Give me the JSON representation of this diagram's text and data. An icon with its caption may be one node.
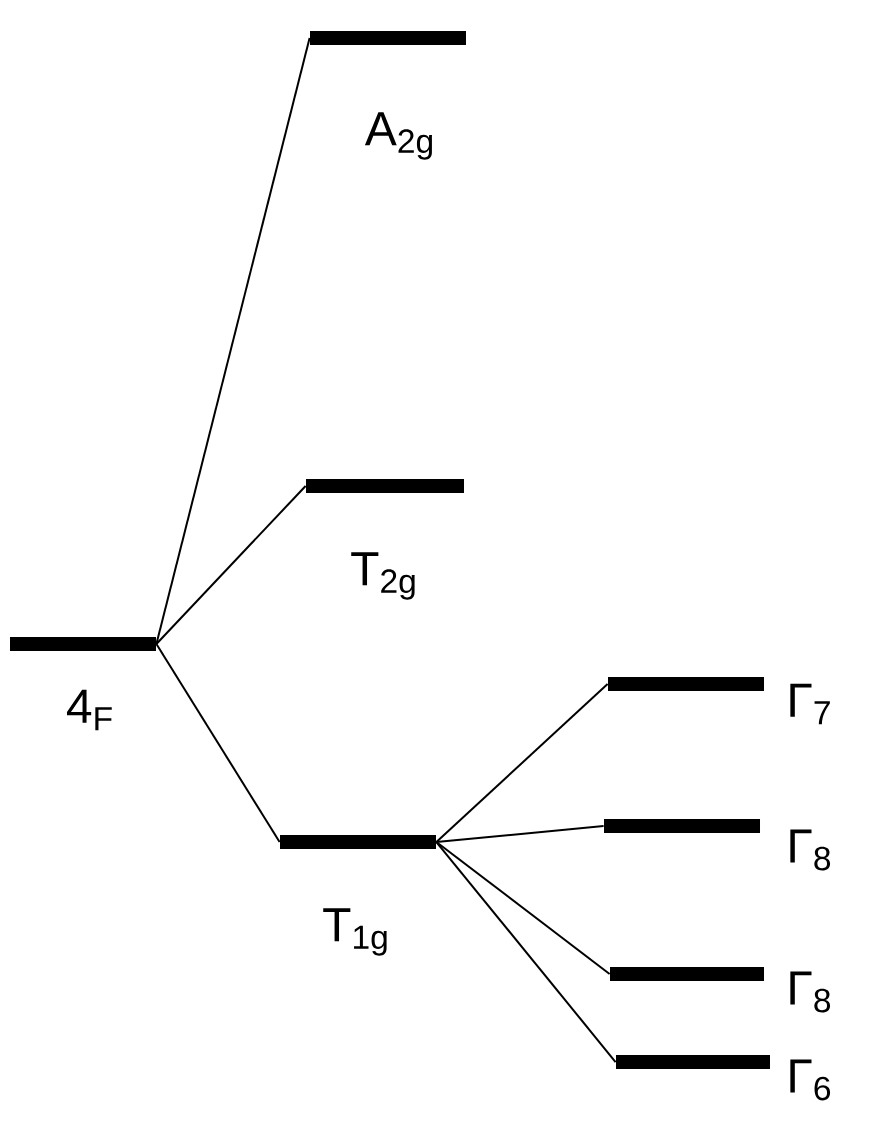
{
  "diagram": {
    "nodes": [
      {
        "text": [],
        "shape": "bar",
        "beside": [
          "4$_{F}$"
        ]
      },
      {
        "text": [],
        "shape": "bar",
        "beside": [
          "A$_{2g}$"
        ]
      },
      {
        "text": [],
        "shape": "bar",
        "beside": [
          "T$_{2g}$"
        ]
      },
      {
        "text": [],
        "shape": "bar",
        "beside": [
          "T$_{1g}$"
        ]
      },
      {
        "text": [],
        "shape": "bar",
        "beside": [
          "Γ$_{7}$"
        ]
      },
      {
        "text": [],
        "shape": "bar",
        "beside": [
          "Γ$_{8}$"
        ]
      },
      {
        "text": [],
        "shape": "bar",
        "beside": [
          "Γ$_{8}$"
        ]
      },
      {
        "text": [],
        "shape": "bar",
        "beside": [
          "Γ$_{6}$"
        ]
      }
    ],
    "edges": [
      {
        "from": 0,
        "to": 1,
        "arrow": "none"
      },
      {
        "from": 0,
        "to": 2,
        "arrow": "none"
      },
      {
        "from": 0,
        "to": 3,
        "arrow": "none"
      },
      {
        "from": 3,
        "to": 4,
        "arrow": "none"
      },
      {
        "from": 3,
        "to": 5,
        "arrow": "none"
      },
      {
        "from": 3,
        "to": 6,
        "arrow": "none"
      },
      {
        "from": 3,
        "to": 7,
        "arrow": "none"
      }
    ]
  }
}
